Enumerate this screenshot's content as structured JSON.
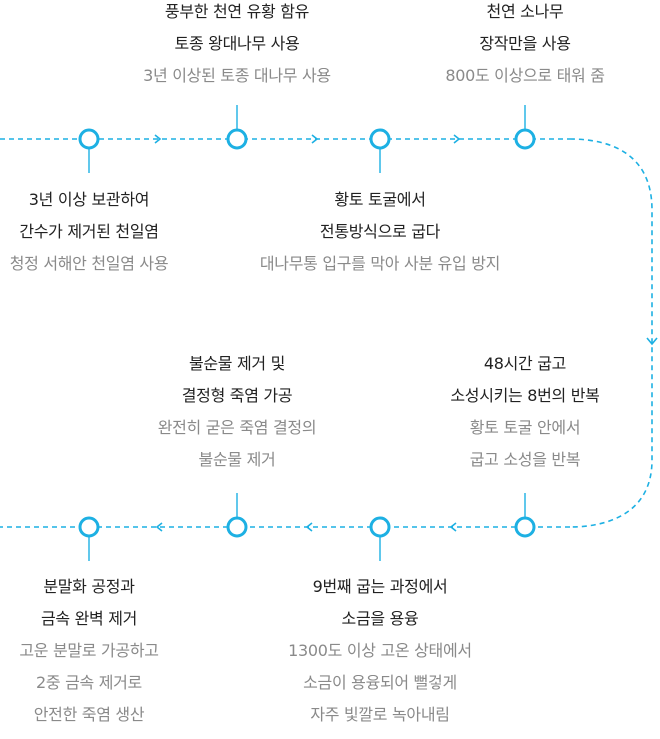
{
  "colors": {
    "accent": "#1db0e3",
    "title": "#222222",
    "desc": "#8a8a8a"
  },
  "steps": [
    {
      "title": [
        "풍부한 천연 유황 함유",
        "토종 왕대나무 사용"
      ],
      "desc": [
        "3년 이상된 토종 대나무 사용"
      ]
    },
    {
      "title": [
        "천연 소나무",
        "장작만을 사용"
      ],
      "desc": [
        "800도 이상으로 태워 줌"
      ]
    },
    {
      "title": [
        "3년 이상 보관하여",
        "간수가 제거된 천일염"
      ],
      "desc": [
        "청정 서해안 천일염 사용"
      ]
    },
    {
      "title": [
        "황토 토굴에서",
        "전통방식으로 굽다"
      ],
      "desc": [
        "대나무통 입구를 막아 사분 유입 방지"
      ]
    },
    {
      "title": [
        "불순물 제거 및",
        "결정형 죽염 가공"
      ],
      "desc": [
        "완전히 굳은 죽염 결정의",
        "불순물 제거"
      ]
    },
    {
      "title": [
        "48시간 굽고",
        "소성시키는 8번의 반복"
      ],
      "desc": [
        "황토 토굴 안에서",
        "굽고 소성을 반복"
      ]
    },
    {
      "title": [
        "분말화 공정과",
        "금속 완벽 제거"
      ],
      "desc": [
        "고운 분말로 가공하고",
        "2중 금속 제거로",
        "안전한 죽염 생산"
      ]
    },
    {
      "title": [
        "9번째 굽는 과정에서",
        "소금을 용융"
      ],
      "desc": [
        "1300도 이상 고온 상태에서",
        "소금이 용융되어 뻘겋게",
        "자주 빛깔로 녹아내림"
      ]
    }
  ]
}
